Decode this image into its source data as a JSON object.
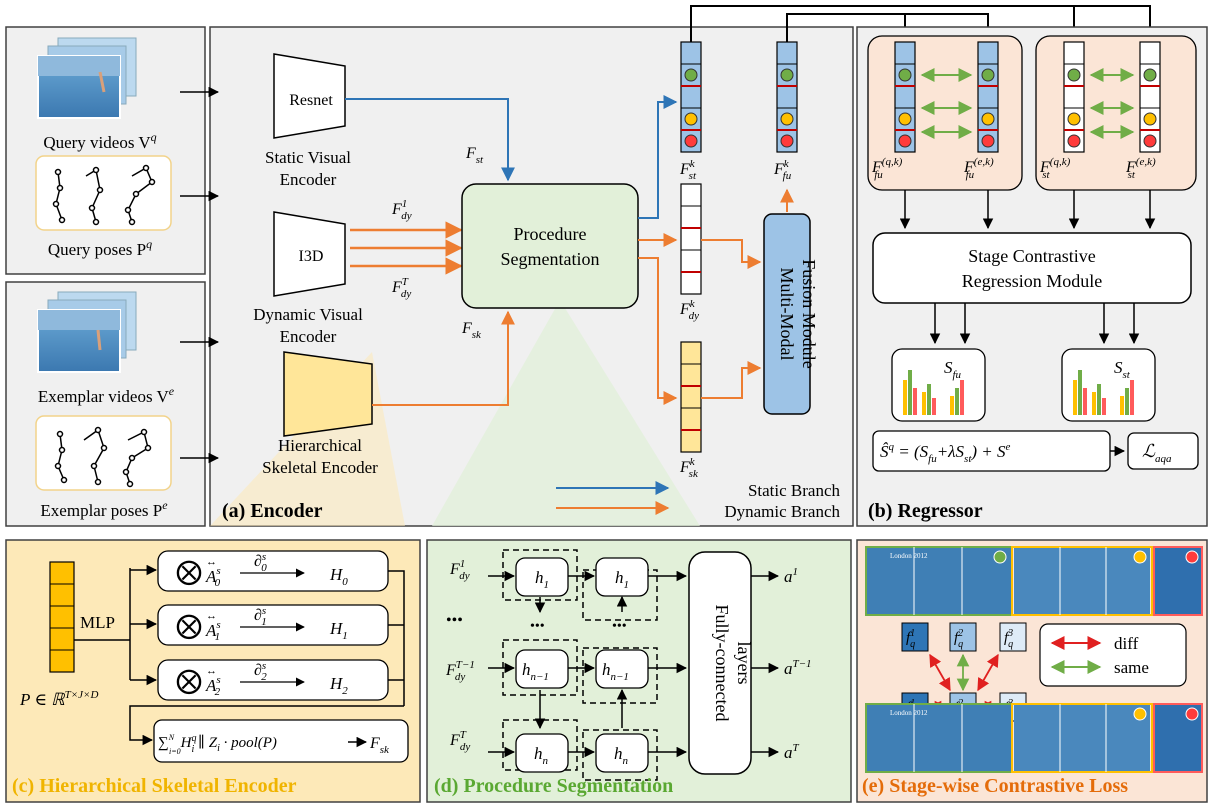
{
  "colors": {
    "panel_gray": "#f0f0f0",
    "panel_orange": "#fbe5d6",
    "panel_yellow": "#fde9b8",
    "panel_green": "#e2f0d9",
    "static_blue": "#2e75b6",
    "dynamic_orange": "#ed7d31",
    "fusion_blue": "#9dc3e6",
    "seg_green": "#e2f0d9",
    "skel_yellow": "#ffe699",
    "marker_red": "#c00000",
    "dot_green": "#70ad47",
    "dot_yellow": "#ffc000",
    "dot_red": "#ff3b3b",
    "title_yellow": "#f0b400",
    "title_green": "#5aa832",
    "title_orange": "#e46c0a"
  },
  "inputs": {
    "query_videos": "Query videos V",
    "query_videos_sup": "q",
    "query_poses": "Query poses P",
    "query_poses_sup": "q",
    "exemplar_videos": "Exemplar videos V",
    "exemplar_videos_sup": "e",
    "exemplar_poses": "Exemplar poses P",
    "exemplar_poses_sup": "e"
  },
  "encoder": {
    "panel_title": "(a) Encoder",
    "resnet": "Resnet",
    "static_encoder_l1": "Static Visual",
    "static_encoder_l2": "Encoder",
    "i3d": "I3D",
    "dynamic_encoder_l1": "Dynamic Visual",
    "dynamic_encoder_l2": "Encoder",
    "skeletal_encoder_l1": "Hierarchical",
    "skeletal_encoder_l2": "Skeletal Encoder",
    "procedure_l1": "Procedure",
    "procedure_l2": "Segmentation",
    "fusion_l1": "Multi-Modal",
    "fusion_l2": "Fusion Module",
    "legend_static": "Static Branch",
    "legend_dynamic": "Dynamic Branch"
  },
  "feature_labels": {
    "F": "F",
    "st": "st",
    "dy": "dy",
    "sk": "sk",
    "fu": "fu",
    "k": "k",
    "one": "1",
    "T": "T"
  },
  "regressor": {
    "panel_title": "(b) Regressor",
    "scrm_l1": "Stage Contrastive",
    "scrm_l2": "Regression Module",
    "sup_qk": "(q,k)",
    "sup_ek": "(e,k)",
    "S": "S",
    "S_hat": "Ŝ",
    "formula_mid": " = (S",
    "formula_plus_lambda": "+λS",
    "formula_end": ") + S",
    "q": "q",
    "e": "e",
    "loss": "ℒ",
    "loss_sub": "aqa"
  },
  "skeletal_panel": {
    "title": "(c) Hierarchical Skeletal Encoder",
    "mlp": "MLP",
    "otimes": "⨂",
    "A": "A",
    "arrow_over": "↔",
    "partial": "∂",
    "s": "s",
    "H": "H",
    "idx0": "0",
    "idx1": "1",
    "idx2": "2",
    "input_formula": "P ∈ ℝ",
    "input_sup": "T×J×D",
    "sum_formula": "∑",
    "sum_sub": "i=0",
    "sum_sup": "N",
    "H_i": "H",
    "i": "i",
    "concat_rest": " ∥ Z",
    "pool": " · pool(P)",
    "output": "F",
    "output_sub": "sk"
  },
  "procedure_panel": {
    "title": "(d) Procedure Segmentation",
    "fc_l1": "Fully-connected",
    "fc_l2": "layers",
    "h": "h",
    "idx1": "1",
    "idxn1": "n−1",
    "idxn": "n",
    "a": "a",
    "sup1": "1",
    "supT1": "T−1",
    "supT": "T",
    "ellipsis": "•••",
    "F": "F",
    "dy": "dy",
    "T": "T"
  },
  "contrastive_panel": {
    "title": "(e) Stage-wise Contrastive Loss",
    "f": "f",
    "q": "q",
    "e": "e",
    "i1": "1",
    "i2": "2",
    "i3": "3",
    "diff": "diff",
    "same": "same",
    "frame_caption": "London 2012"
  }
}
